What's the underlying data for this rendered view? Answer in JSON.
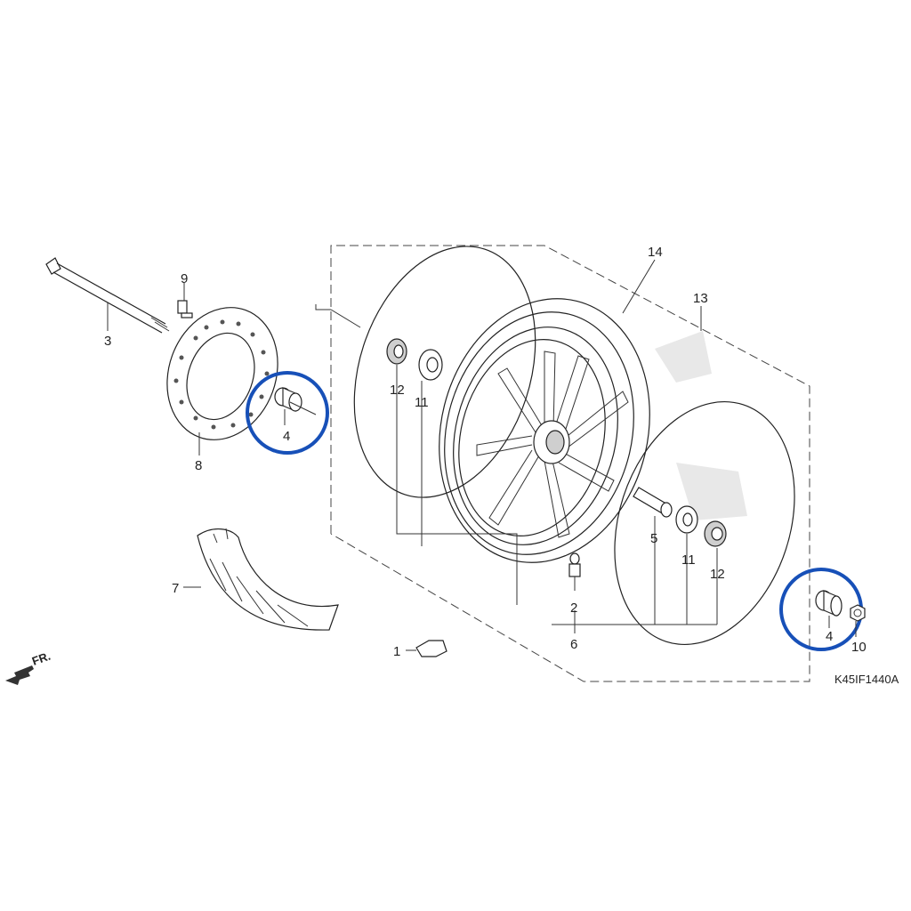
{
  "diagram_code": "K45IF1440A",
  "direction_label": "FR.",
  "parts": [
    {
      "id": "p1",
      "number": "1",
      "name": "balance weight"
    },
    {
      "id": "p2",
      "number": "2",
      "name": "valve stem"
    },
    {
      "id": "p3",
      "number": "3",
      "name": "front axle"
    },
    {
      "id": "p4a",
      "number": "4",
      "name": "side collar left"
    },
    {
      "id": "p4b",
      "number": "4",
      "name": "side collar right"
    },
    {
      "id": "p5",
      "number": "5",
      "name": "distance collar"
    },
    {
      "id": "p6",
      "number": "6",
      "name": "valve cap"
    },
    {
      "id": "p7",
      "number": "7",
      "name": "fender"
    },
    {
      "id": "p8",
      "number": "8",
      "name": "brake disc"
    },
    {
      "id": "p9",
      "number": "9",
      "name": "disc bolt"
    },
    {
      "id": "p10",
      "number": "10",
      "name": "axle nut"
    },
    {
      "id": "p11a",
      "number": "11",
      "name": "bearing left"
    },
    {
      "id": "p11b",
      "number": "11",
      "name": "bearing right"
    },
    {
      "id": "p12a",
      "number": "12",
      "name": "dust seal left"
    },
    {
      "id": "p12b",
      "number": "12",
      "name": "dust seal right"
    },
    {
      "id": "p13",
      "number": "13",
      "name": "tire"
    },
    {
      "id": "p14",
      "number": "14",
      "name": "wheel"
    }
  ],
  "highlight_color": "#1750b8"
}
